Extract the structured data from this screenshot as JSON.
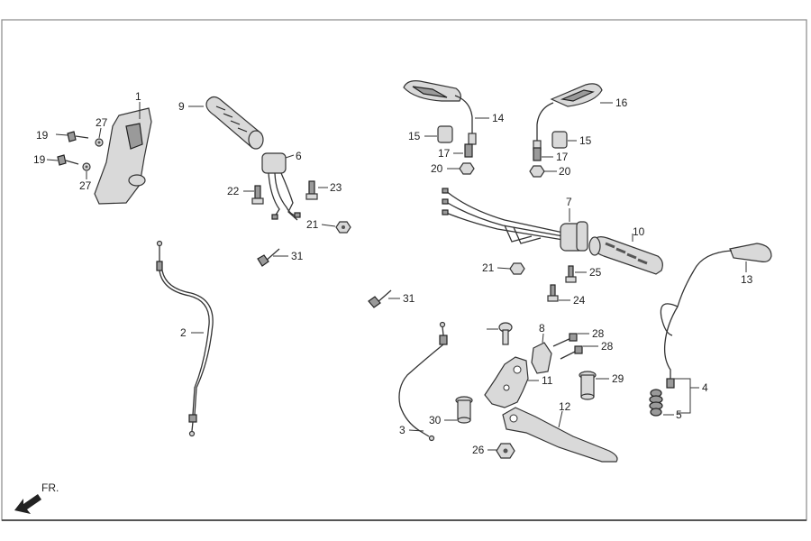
{
  "diagram": {
    "front_indicator": "FR.",
    "callouts": {
      "c1": "1",
      "c2": "2",
      "c3": "3",
      "c4": "4",
      "c5": "5",
      "c6": "6",
      "c7": "7",
      "c8": "8",
      "c9": "9",
      "c10": "10",
      "c11": "11",
      "c12": "12",
      "c13": "13",
      "c14": "14",
      "c15a": "15",
      "c15b": "15",
      "c16": "16",
      "c17a": "17",
      "c17b": "17",
      "c19a": "19",
      "c19b": "19",
      "c20a": "20",
      "c20b": "20",
      "c21a": "21",
      "c21b": "21",
      "c22": "22",
      "c23": "23",
      "c24": "24",
      "c25": "25",
      "c26": "26",
      "c27a": "27",
      "c27b": "27",
      "c28a": "28",
      "c28b": "28",
      "c29": "29",
      "c30": "30",
      "c31a": "31",
      "c31b": "31"
    }
  }
}
